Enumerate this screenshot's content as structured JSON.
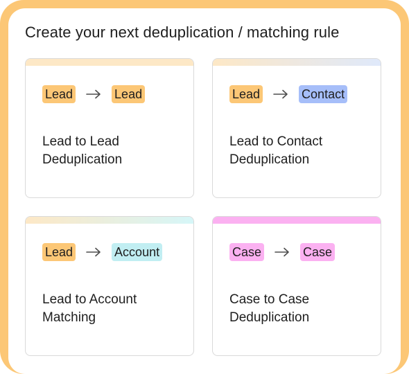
{
  "header": {
    "title": "Create your next deduplication / matching rule"
  },
  "cards": [
    {
      "source": "Lead",
      "target": "Contact",
      "label": "Lead to Contact Deduplication"
    },
    {
      "source": "Lead",
      "target": "Lead",
      "label": "Lead to Lead Deduplication"
    },
    {
      "source": "Lead",
      "target": "Account",
      "label": "Lead to Account Matching"
    },
    {
      "source": "Case",
      "target": "Case",
      "label": "Case to Case Deduplication"
    }
  ],
  "icons": {
    "arrow": "arrow-right-icon"
  },
  "colors": {
    "frame": "#fcc776",
    "lead": "#fcc776",
    "contact": "#a6bef9",
    "account": "#c1eef2",
    "case": "#fbb1f1"
  }
}
